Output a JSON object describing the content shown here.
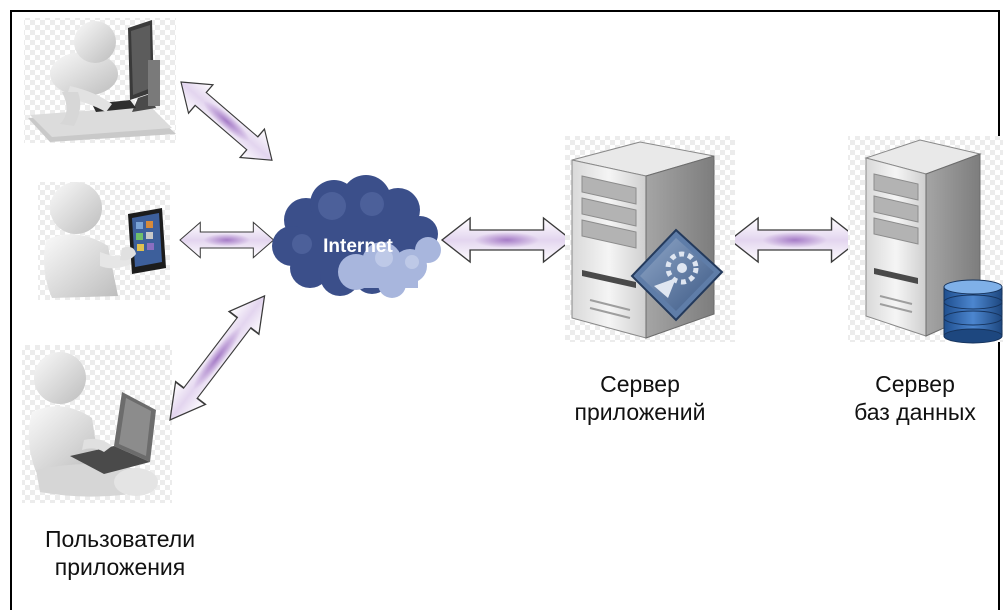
{
  "labels": {
    "users_line1": "Пользователи",
    "users_line2": "приложения",
    "app_server_line1": "Сервер",
    "app_server_line2": "приложений",
    "db_server_line1": "Сервер",
    "db_server_line2": "баз данных",
    "cloud": "Internet"
  },
  "icons": {
    "user_desktop": "person-at-desktop-computer-icon",
    "user_tablet": "person-holding-tablet-icon",
    "user_laptop": "person-with-laptop-icon",
    "cloud": "internet-cloud-icon",
    "app_server": "application-server-icon",
    "db_server": "database-server-icon"
  },
  "colors": {
    "arrow_fill": "#eee6f4",
    "arrow_stroke": "#3a3a3a",
    "arrow_glow": "#9d6fc2",
    "cloud_dark": "#3b4f8a",
    "cloud_light": "#a8b6dd"
  }
}
